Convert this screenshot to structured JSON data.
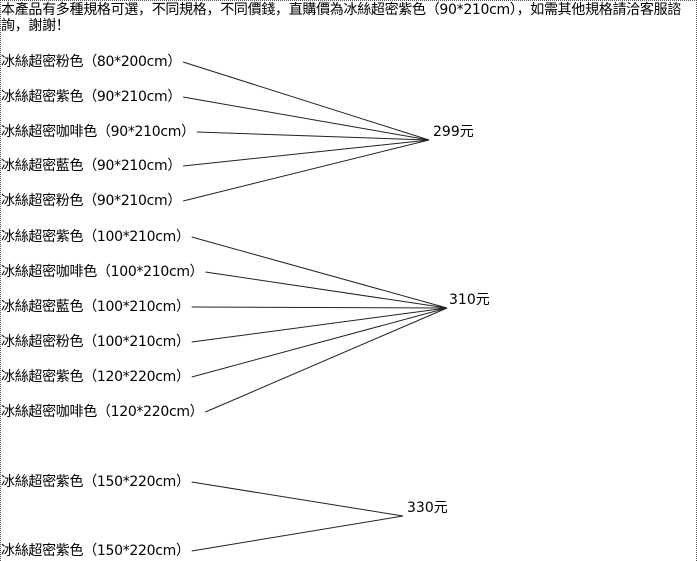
{
  "intro": "本產品有多種規格可選，不同規格，不同價錢，直購價為冰絲超密紫色（90*210cm），如需其他規格請洽客服諮詢，謝謝！",
  "groups": [
    {
      "price": "299元",
      "items": [
        "冰絲超密粉色（80*200cm）",
        "冰絲超密紫色（90*210cm）",
        "冰絲超密咖啡色（90*210cm）",
        "冰絲超密藍色（90*210cm）",
        "冰絲超密粉色（90*210cm）"
      ]
    },
    {
      "price": "310元",
      "items": [
        "冰絲超密紫色（100*210cm）",
        "冰絲超密咖啡色（100*210cm）",
        "冰絲超密藍色（100*210cm）",
        "冰絲超密粉色（100*210cm）",
        "冰絲超密紫色（120*220cm）",
        "冰絲超密咖啡色（120*220cm）"
      ]
    },
    {
      "price": "330元",
      "items": [
        "冰絲超密紫色（150*220cm）",
        "冰絲超密紫色（150*220cm）"
      ]
    }
  ]
}
